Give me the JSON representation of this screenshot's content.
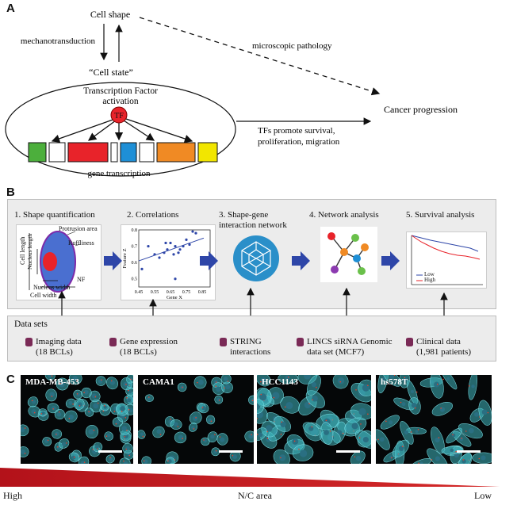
{
  "panels": {
    "a": "A",
    "b": "B",
    "c": "C"
  },
  "panel_a": {
    "cell_shape": "Cell shape",
    "mechanotransduction": "mechanotransduction",
    "cell_state": "“Cell state”",
    "tf_activation_line1": "Transcription Factor",
    "tf_activation_line2": "activation",
    "tf": "TF",
    "gene_transcription": "gene transcription",
    "microscopic_pathology": "microscopic pathology",
    "cancer_progression": "Cancer progression",
    "tfs_promote_line1": "TFs promote survival,",
    "tfs_promote_line2": "proliferation, migration",
    "gene_blocks": [
      "#4caf3c",
      "#ffffff",
      "#e8232a",
      "#ffffff",
      "#1e8fd6",
      "#ffffff",
      "#f08a24",
      "#f2e600"
    ]
  },
  "panel_b": {
    "steps": [
      {
        "label": "1. Shape quantification"
      },
      {
        "label": "2. Correlations"
      },
      {
        "label": "3. Shape-gene interaction network"
      },
      {
        "label": "4. Network analysis"
      },
      {
        "label": "5. Survival analysis"
      }
    ],
    "shape_labels": {
      "protrusion_area": "Protrusion area",
      "ruffliness": "Ruffliness",
      "cell_length": "Cell length",
      "nucleus_length": "Nucleus length",
      "nf": "NF",
      "nucleus_width": "Nucleus width",
      "cell_width": "Cell width"
    },
    "survival_legend": {
      "low": "Low",
      "high": "High"
    },
    "datasets_title": "Data sets",
    "datasets": [
      {
        "line1": "Imaging data",
        "line2": "(18 BCLs)"
      },
      {
        "line1": "Gene expression",
        "line2": "(18 BCLs)"
      },
      {
        "line1": "STRING",
        "line2": "interactions"
      },
      {
        "line1": "LINCS siRNA Genomic",
        "line2": "data set (MCF7)"
      },
      {
        "line1": "Clinical data",
        "line2": "(1,981 patients)"
      }
    ],
    "colors": {
      "arrow": "#2e46a8",
      "panel_bg": "#ececec",
      "db_icon": "#7a2a56"
    }
  },
  "chart_data": {
    "type": "scatter",
    "xlabel": "Gene X",
    "ylabel": "Feature Z",
    "xlim": [
      0.45,
      0.9
    ],
    "ylim": [
      0.45,
      0.8
    ],
    "xticks": [
      "0.45",
      "0.55",
      "0.65",
      "0.75",
      "0.85"
    ],
    "yticks": [
      "0.5",
      "0.6",
      "0.7",
      "0.8"
    ],
    "x": [
      0.47,
      0.51,
      0.55,
      0.58,
      0.61,
      0.63,
      0.65,
      0.67,
      0.68,
      0.7,
      0.71,
      0.73,
      0.75,
      0.77,
      0.79,
      0.81,
      0.68,
      0.62
    ],
    "y": [
      0.56,
      0.7,
      0.65,
      0.63,
      0.66,
      0.68,
      0.72,
      0.65,
      0.7,
      0.66,
      0.68,
      0.7,
      0.74,
      0.71,
      0.79,
      0.78,
      0.5,
      0.72
    ],
    "trend": {
      "x": [
        0.45,
        0.86
      ],
      "y": [
        0.61,
        0.75
      ]
    }
  },
  "panel_c": {
    "cell_lines": [
      "MDA-MB-453",
      "CAMA1",
      "HCC1143",
      "hs578T"
    ],
    "gradient_left": "High",
    "gradient_mid": "N/C area",
    "gradient_right": "Low",
    "gradient_color": "#c4161c"
  }
}
